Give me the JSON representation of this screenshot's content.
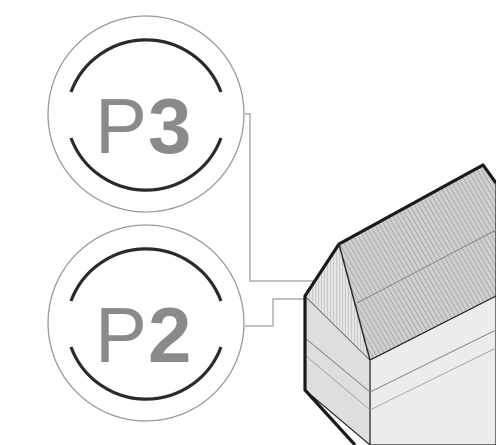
{
  "badges": [
    {
      "letter": "P",
      "number": "3"
    },
    {
      "letter": "P",
      "number": "2"
    }
  ],
  "colors": {
    "badge_text": "#8a8a8a",
    "outline": "#2a2a2a",
    "ring_thin": "#9a9a9a",
    "leader": "#9a9a9a",
    "roof_fill": "#c8c8c8",
    "wall_front": "#dedede",
    "wall_side": "#ececec"
  }
}
